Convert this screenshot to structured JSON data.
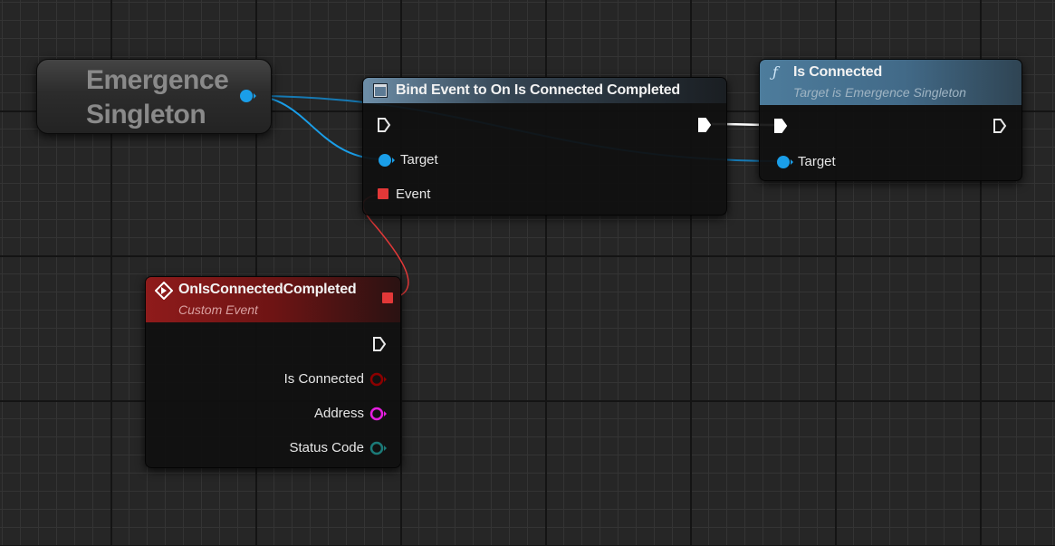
{
  "variable_node": {
    "name": "Emergence Singleton",
    "pin_color": "#1a9ee8"
  },
  "bind_node": {
    "title": "Bind Event to On Is Connected Completed",
    "icon": "delegate-icon",
    "pins": {
      "exec_in": "exec-in-pin",
      "exec_out": "exec-out-pin",
      "target": "Target",
      "event": "Event"
    }
  },
  "is_connected_node": {
    "title": "Is Connected",
    "subtitle": "Target is Emergence Singleton",
    "icon": "function-icon",
    "icon_glyph": "ƒ",
    "pins": {
      "target": "Target"
    }
  },
  "custom_event_node": {
    "title": "OnIsConnectedCompleted",
    "subtitle": "Custom Event",
    "icon": "event-icon",
    "outputs": [
      {
        "label": "Is Connected",
        "color": "#8c0000"
      },
      {
        "label": "Address",
        "color": "#e51ee0"
      },
      {
        "label": "Status Code",
        "color": "#1b7a78"
      }
    ]
  },
  "colors": {
    "object_wire": "#1a9ee8",
    "delegate_wire": "#e33838",
    "exec_wire": "#ffffff",
    "graph_bg": "#262626"
  }
}
